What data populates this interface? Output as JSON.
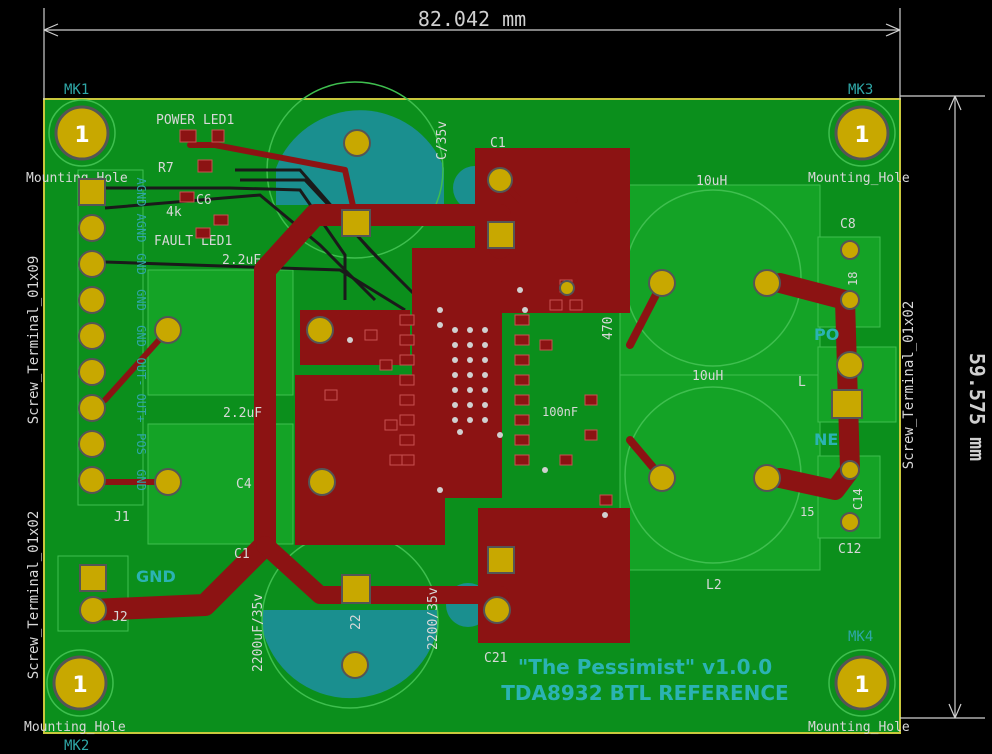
{
  "dimensions": {
    "width_label": "82.042 mm",
    "height_label": "59.575 mm"
  },
  "colors": {
    "board": "#0b8f1c",
    "board_light": "#14a326",
    "copper": "#8c1313",
    "pad": "#c8a800",
    "teal": "#1a8f8f",
    "silk": "#d8d8d8",
    "outline": "#c8c83c"
  },
  "mounting_holes": {
    "mk1": {
      "ref": "MK1",
      "value": "Mounting_Hole",
      "pad": "1"
    },
    "mk2": {
      "ref": "MK2",
      "value": "Mounting_Hole",
      "pad": "1"
    },
    "mk3": {
      "ref": "MK3",
      "value": "Mounting_Hole",
      "pad": "1"
    },
    "mk4": {
      "ref": "MK4",
      "value": "Mounting_Hole",
      "pad": "1"
    }
  },
  "components": {
    "j1_value": "Screw_Terminal_01x09",
    "j1_ref": "J1",
    "j2_value": "Screw_Terminal_01x02",
    "j2_ref": "J2",
    "j3_value": "Screw_Terminal_01x02",
    "c1": "C1",
    "c1_val": "C/35v",
    "c4": "C4",
    "c21": "C21",
    "c8": "C8",
    "c12": "C12",
    "c14": "C14",
    "l1_val": "10uH",
    "l2_val": "10uH",
    "l2_ref": "L2",
    "cap_2u2a": "2.2uF",
    "cap_2u2b": "2.2uF",
    "cap_100n": "100nF",
    "cap_2200": "2200uF/35v",
    "cap_2200b": "2200/35v",
    "r470": "470",
    "led_power": "POWER LED1",
    "led_fault": "FAULT LED1",
    "r7": "R7",
    "r4k": "4k",
    "c6": "C6",
    "c22": "22",
    "c15": "15",
    "c18": "18",
    "c11": "C1",
    "l_side": "L"
  },
  "fab_labels": {
    "gnd": "GND",
    "pos": "PO",
    "neg": "NE"
  },
  "j1_pins": [
    "AGND",
    "AGND",
    "GND",
    "GND",
    "GND",
    "OUT-",
    "OUT+",
    "POS",
    "GND"
  ],
  "title": {
    "line1": "\"The Pessimist\" v1.0.0",
    "line2": "TDA8932 BTL REFERENCE"
  }
}
